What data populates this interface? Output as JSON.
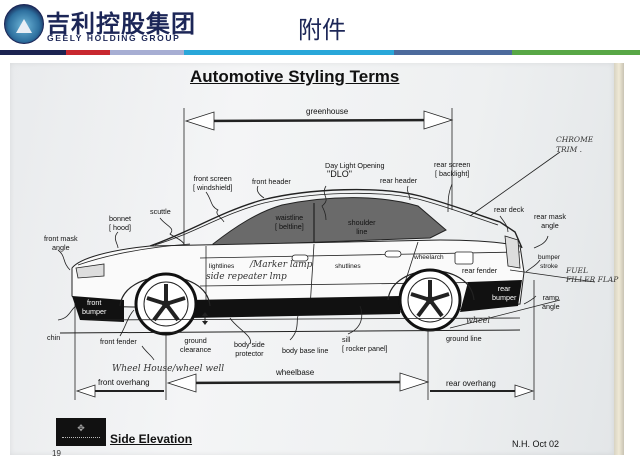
{
  "header": {
    "brand_cn": "吉利控股集团",
    "brand_en": "GEELY HOLDING GROUP",
    "slide_title": "附件",
    "logo_icon": "geely-emblem-icon",
    "stripe_colors": [
      "#1c2351",
      "#c8282f",
      "#a7aed3",
      "#29a7d9",
      "#4c6a9c",
      "#58a746"
    ]
  },
  "document": {
    "title": "Automotive Styling Terms",
    "subtitle": "Side Elevation",
    "signature": "N.H. Oct 02",
    "page_number": "19",
    "badge_icon": "crest-icon"
  },
  "dimensions": {
    "greenhouse": "greenhouse",
    "wheelbase": "wheelbase",
    "front_overhang": "front overhang",
    "rear_overhang": "rear overhang"
  },
  "labels": {
    "front_mask_angle": "front mask\nangle",
    "bonnet": "bonnet\n[ hood]",
    "scuttle": "scuttle",
    "front_screen": "front screen\n[ windshield]",
    "front_header": "front header",
    "dlo": "Day Light Opening",
    "dlo_abbr": "\"DLO\"",
    "waistline": "waistline\n[ beltline]",
    "shoulder_line": "shoulder\nline",
    "rear_header": "rear header",
    "rear_screen": "rear screen\n[ backlight]",
    "rear_deck": "rear deck",
    "rear_mask_angle": "rear mask\nangle",
    "bumper_stroke": "bumper\nstroke",
    "rear_fender": "rear fender",
    "rear_bumper": "rear\nbumper",
    "ramp_angle": "ramp\nangle",
    "wheelarch": "wheelarch",
    "lightlines": "lightlines",
    "shutlines": "shutlines",
    "front_bumper": "front\nbumper",
    "chin": "chin",
    "front_fender": "front fender",
    "ground_clearance": "ground\nclearance",
    "body_side_protector": "body side\nprotector",
    "body_base_line": "body base line",
    "sill": "sill\n[ rocker panel]",
    "ground_line": "ground line"
  },
  "handwritten": {
    "chrome_trim": "CHROME\nTRIM .",
    "fuel_filler_flap": "FUEL\nFILLER FLAP",
    "marker_lamp": "/Marker lamp",
    "side_repeater_lamp": "side repeater lmp",
    "wheel_house": "Wheel House/wheel well",
    "wheel_note": "wheel"
  }
}
